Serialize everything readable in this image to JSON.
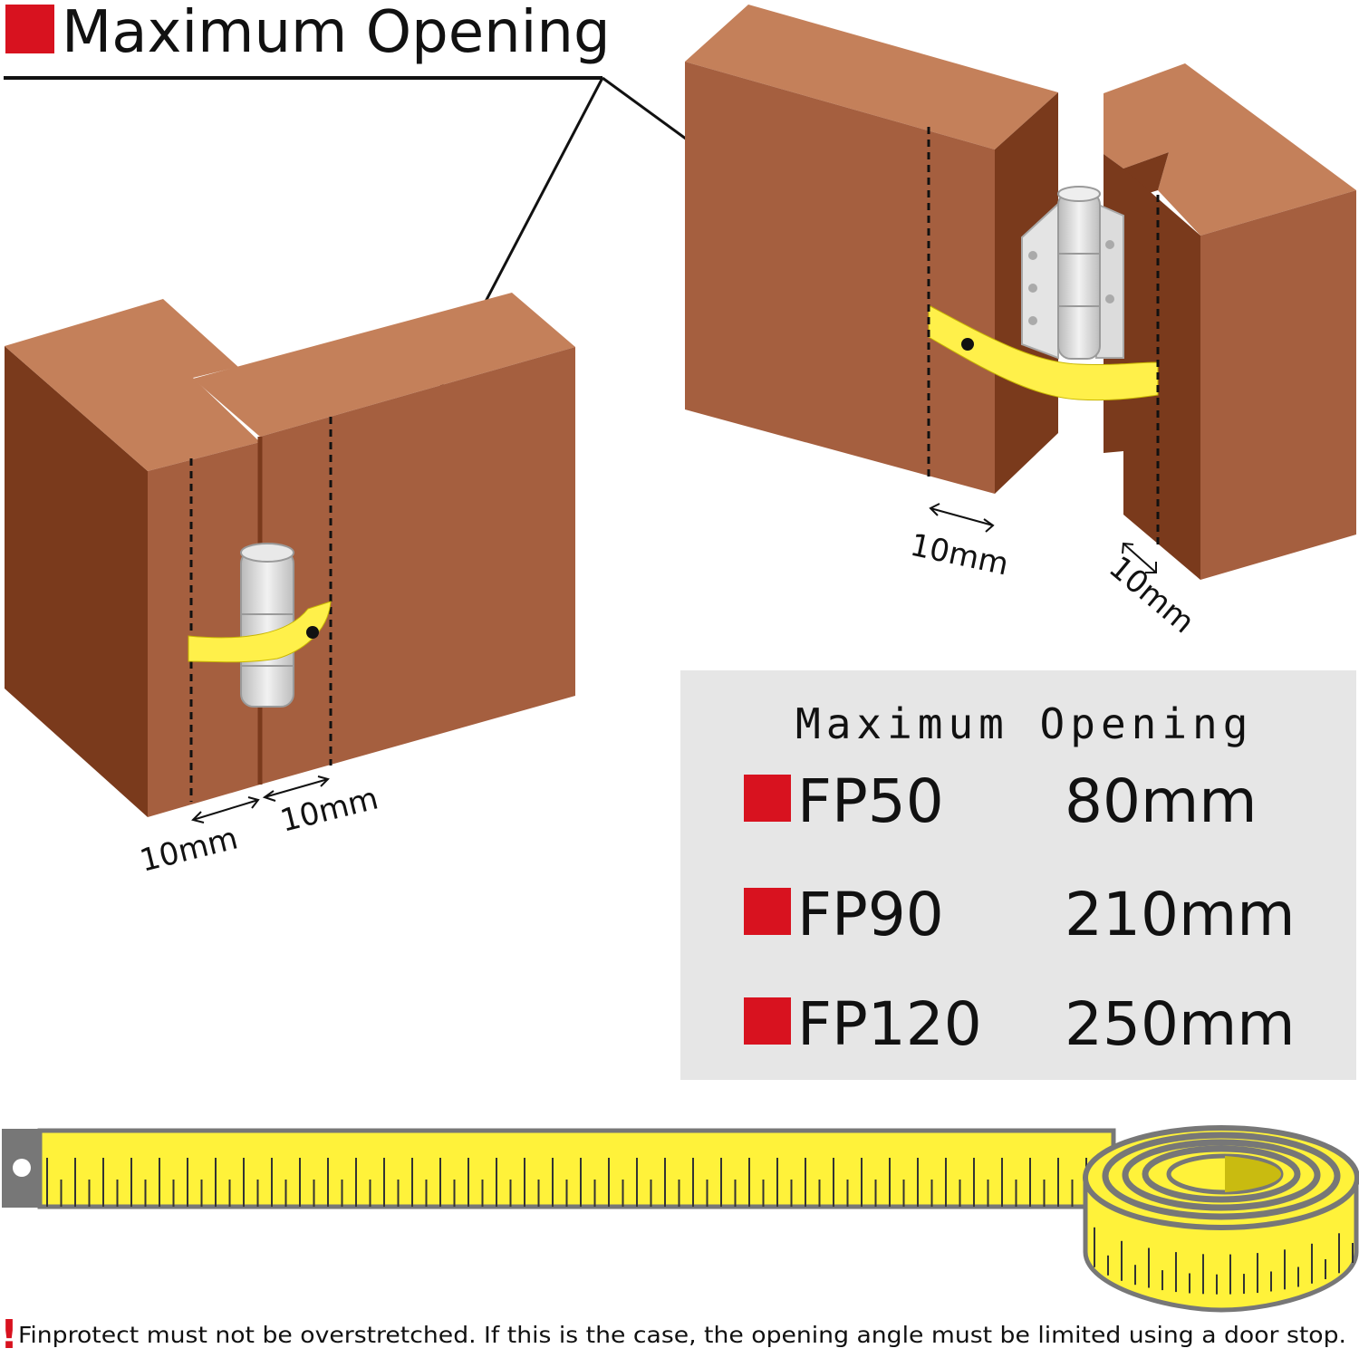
{
  "header": {
    "title": "Maximum Opening",
    "accent_color": "#d8121f"
  },
  "dimensions": {
    "left_a": "10mm",
    "left_b": "10mm",
    "right_a": "10mm",
    "right_b": "10mm"
  },
  "table": {
    "heading": "Maximum Opening",
    "rows": [
      {
        "model": "FP50",
        "value": "80mm"
      },
      {
        "model": "FP90",
        "value": "210mm"
      },
      {
        "model": "FP120",
        "value": "250mm"
      }
    ]
  },
  "note": {
    "mark": "!",
    "text": "Finprotect must not be overstretched. If this is the case, the opening angle must be limited using a door stop."
  },
  "colors": {
    "wood_top": "#c4805a",
    "wood_front": "#a55f3f",
    "wood_side": "#7a3a1c",
    "ribbon": "#fff04a",
    "table_bg": "#e6e6e6",
    "tape_yellow": "#fff23a",
    "tape_grey": "#777777"
  }
}
